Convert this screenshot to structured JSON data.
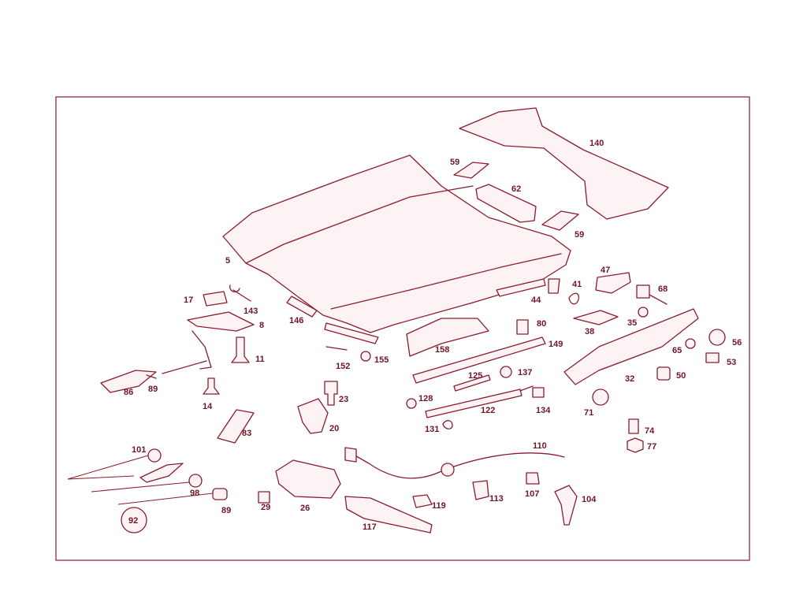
{
  "diagram": {
    "callouts": [
      "140",
      "59",
      "62",
      "59",
      "5",
      "47",
      "41",
      "68",
      "44",
      "17",
      "143",
      "8",
      "146",
      "35",
      "38",
      "80",
      "56",
      "11",
      "149",
      "158",
      "65",
      "152",
      "155",
      "53",
      "86",
      "89",
      "14",
      "125",
      "137",
      "50",
      "32",
      "23",
      "128",
      "134",
      "122",
      "71",
      "131",
      "83",
      "20",
      "74",
      "101",
      "110",
      "77",
      "98",
      "89",
      "92",
      "29",
      "26",
      "119",
      "113",
      "107",
      "104",
      "117"
    ],
    "colors": {
      "line": "#8a1c2c",
      "label": "#6e1626",
      "background": "#ffffff"
    }
  }
}
